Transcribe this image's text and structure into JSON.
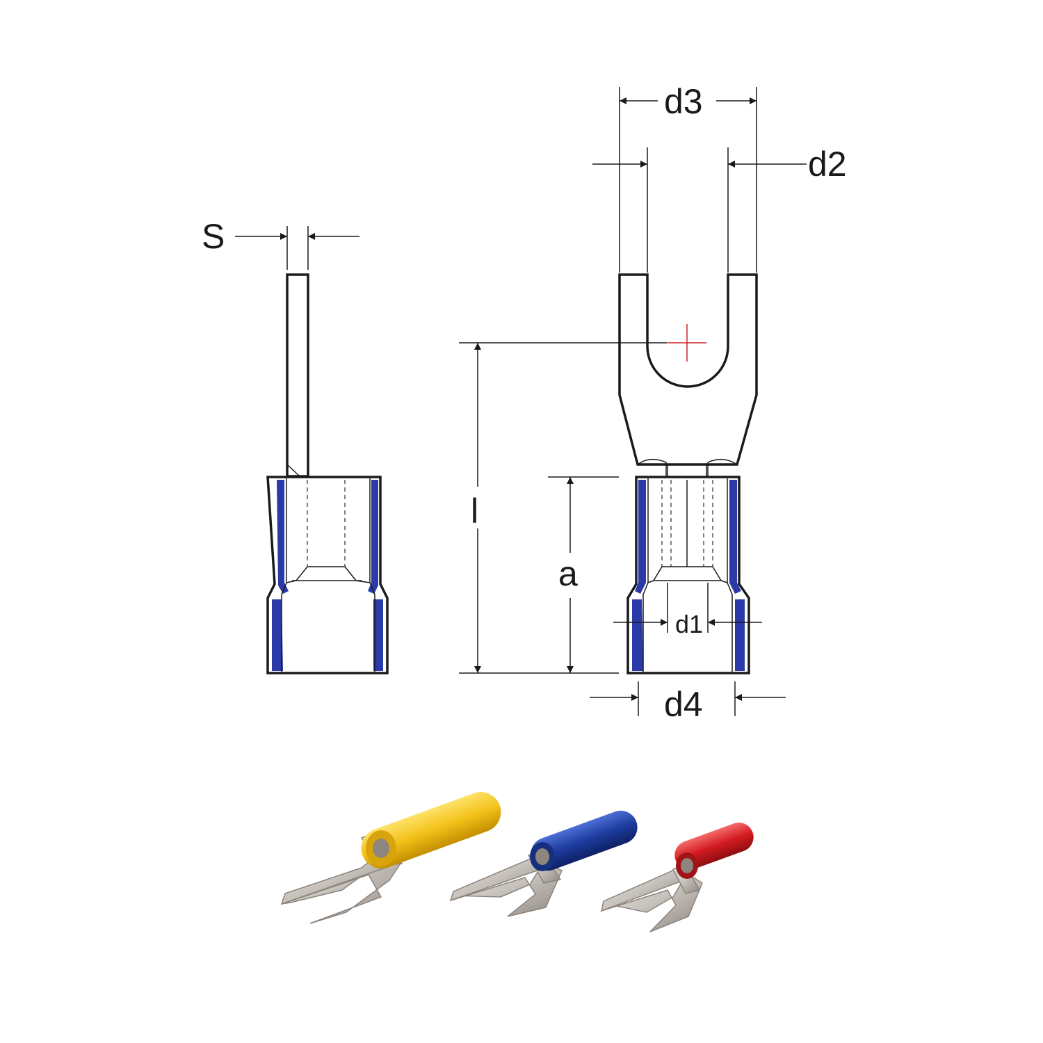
{
  "diagram": {
    "labels": {
      "s": "S",
      "d3": "d3",
      "d2": "d2",
      "l": "l",
      "a": "a",
      "d1": "d1",
      "d4": "d4"
    }
  },
  "colors": {
    "outline": "#1a1a1a",
    "insulation": "#2a3aa8",
    "center_mark": "#d22020",
    "metal": "#c8c2bc",
    "yellow_sleeve": "#f2c21a",
    "blue_sleeve": "#1d3c9e",
    "red_sleeve": "#d41c22"
  },
  "products": [
    {
      "color_name": "yellow"
    },
    {
      "color_name": "blue"
    },
    {
      "color_name": "red"
    }
  ]
}
